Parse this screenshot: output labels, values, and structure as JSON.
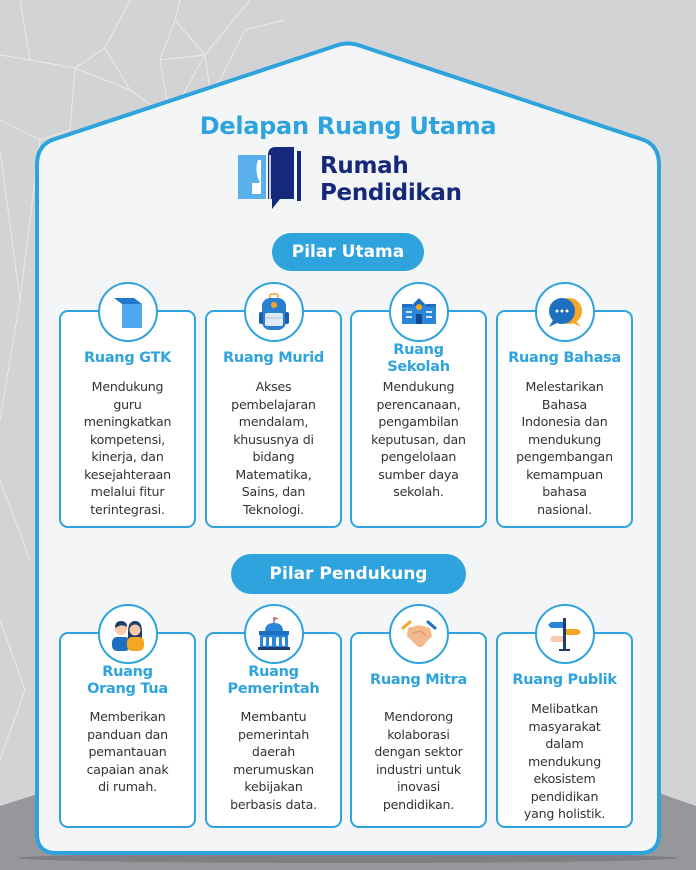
{
  "colors": {
    "accent": "#2ea3dd",
    "brand_dark": "#15287a",
    "background": "#d2d3d5",
    "floor": "#96979a",
    "card_bg": "#ffffff",
    "text": "#333333"
  },
  "header": {
    "title": "Delapan Ruang Utama",
    "logo": {
      "line1": "Rumah",
      "line2": "Pendidikan",
      "icon": "book-chat-icon"
    }
  },
  "sections": [
    {
      "label": "Pilar Utama",
      "cards": [
        {
          "title": "Ruang GTK",
          "icon": "cube-icon",
          "description_lines": [
            "Mendukung",
            "guru",
            "meningkatkan",
            "kompetensi,",
            "kinerja, dan",
            "kesejahteraan",
            "melalui fitur",
            "terintegrasi."
          ]
        },
        {
          "title": "Ruang Murid",
          "icon": "backpack-icon",
          "description_lines": [
            "Akses",
            "pembelajaran",
            "mendalam,",
            "khususnya di",
            "bidang",
            "Matematika,",
            "Sains, dan",
            "Teknologi."
          ]
        },
        {
          "title_lines": [
            "Ruang",
            "Sekolah"
          ],
          "icon": "school-building-icon",
          "description_lines": [
            "Mendukung",
            "perencanaan,",
            "pengambilan",
            "keputusan, dan",
            "pengelolaan",
            "sumber daya",
            "sekolah."
          ]
        },
        {
          "title": "Ruang Bahasa",
          "icon": "chat-bubbles-icon",
          "description_lines": [
            "Melestarikan",
            "Bahasa",
            "Indonesia dan",
            "mendukung",
            "pengembangan",
            "kemampuan",
            "bahasa",
            "nasional."
          ]
        }
      ]
    },
    {
      "label": "Pilar Pendukung",
      "cards": [
        {
          "title_lines": [
            "Ruang",
            "Orang Tua"
          ],
          "icon": "parents-icon",
          "description_lines": [
            "Memberikan",
            "panduan dan",
            "pemantauan",
            "capaian anak",
            "di rumah."
          ]
        },
        {
          "title_lines": [
            "Ruang",
            "Pemerintah"
          ],
          "icon": "government-building-icon",
          "description_lines": [
            "Membantu",
            "pemerintah",
            "daerah",
            "merumuskan",
            "kebijakan",
            "berbasis data."
          ]
        },
        {
          "title": "Ruang Mitra",
          "icon": "handshake-icon",
          "description_lines": [
            "Mendorong",
            "kolaborasi",
            "dengan sektor",
            "industri untuk",
            "inovasi",
            "pendidikan."
          ]
        },
        {
          "title": "Ruang Publik",
          "icon": "signpost-icon",
          "description_lines": [
            "Melibatkan",
            "masyarakat",
            "dalam",
            "mendukung",
            "ekosistem",
            "pendidikan",
            "yang holistik."
          ]
        }
      ]
    }
  ]
}
